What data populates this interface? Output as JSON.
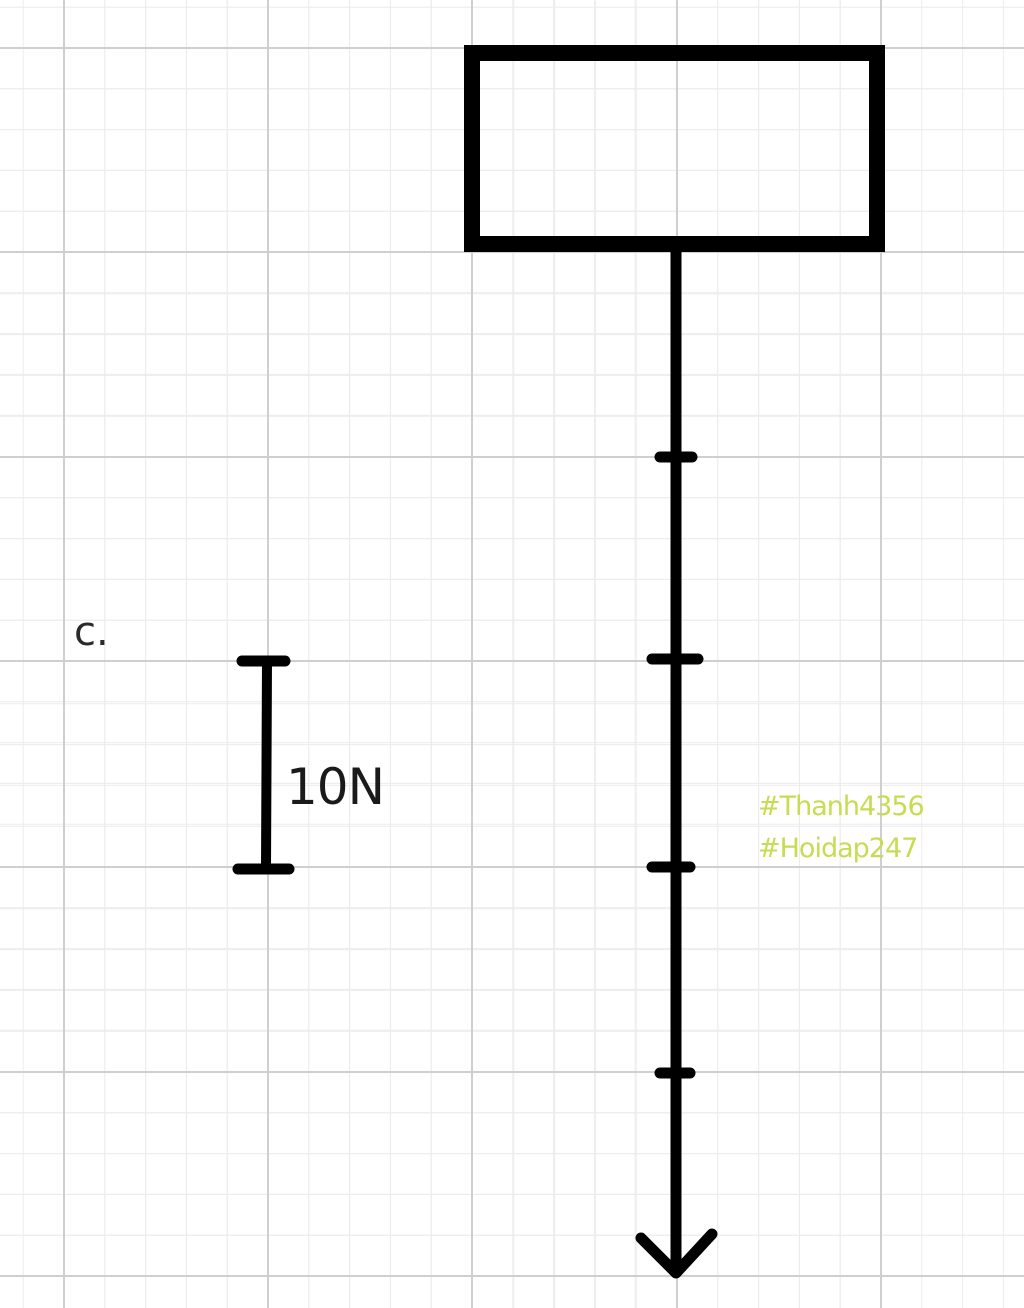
{
  "diagram": {
    "part_label": "c.",
    "scale_label": "10N",
    "watermark": {
      "line1": "#Thanh4356",
      "line2": "#Hoidap247",
      "color": "#c6dc52"
    },
    "colors": {
      "ink": "#000000",
      "grid_major": "#cfcfcf",
      "grid_minor": "#ececec",
      "background": "#ffffff"
    },
    "force_arrow": {
      "direction": "down",
      "segments": 5,
      "segment_value_N": 10
    }
  }
}
